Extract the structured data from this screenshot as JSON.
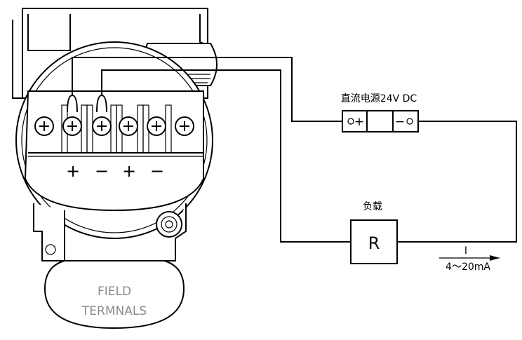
{
  "power_supply": {
    "label": "直流电源24V DC",
    "positive": "+",
    "negative": "−"
  },
  "load": {
    "label": "负载",
    "resistor": "R"
  },
  "current": {
    "symbol": "I",
    "range": "4～20mA"
  },
  "terminal_block": {
    "polarity": [
      "+",
      "−",
      "+",
      "−"
    ]
  },
  "housing_cap": {
    "line1": "FIELD",
    "line2": "TERMNALS"
  }
}
